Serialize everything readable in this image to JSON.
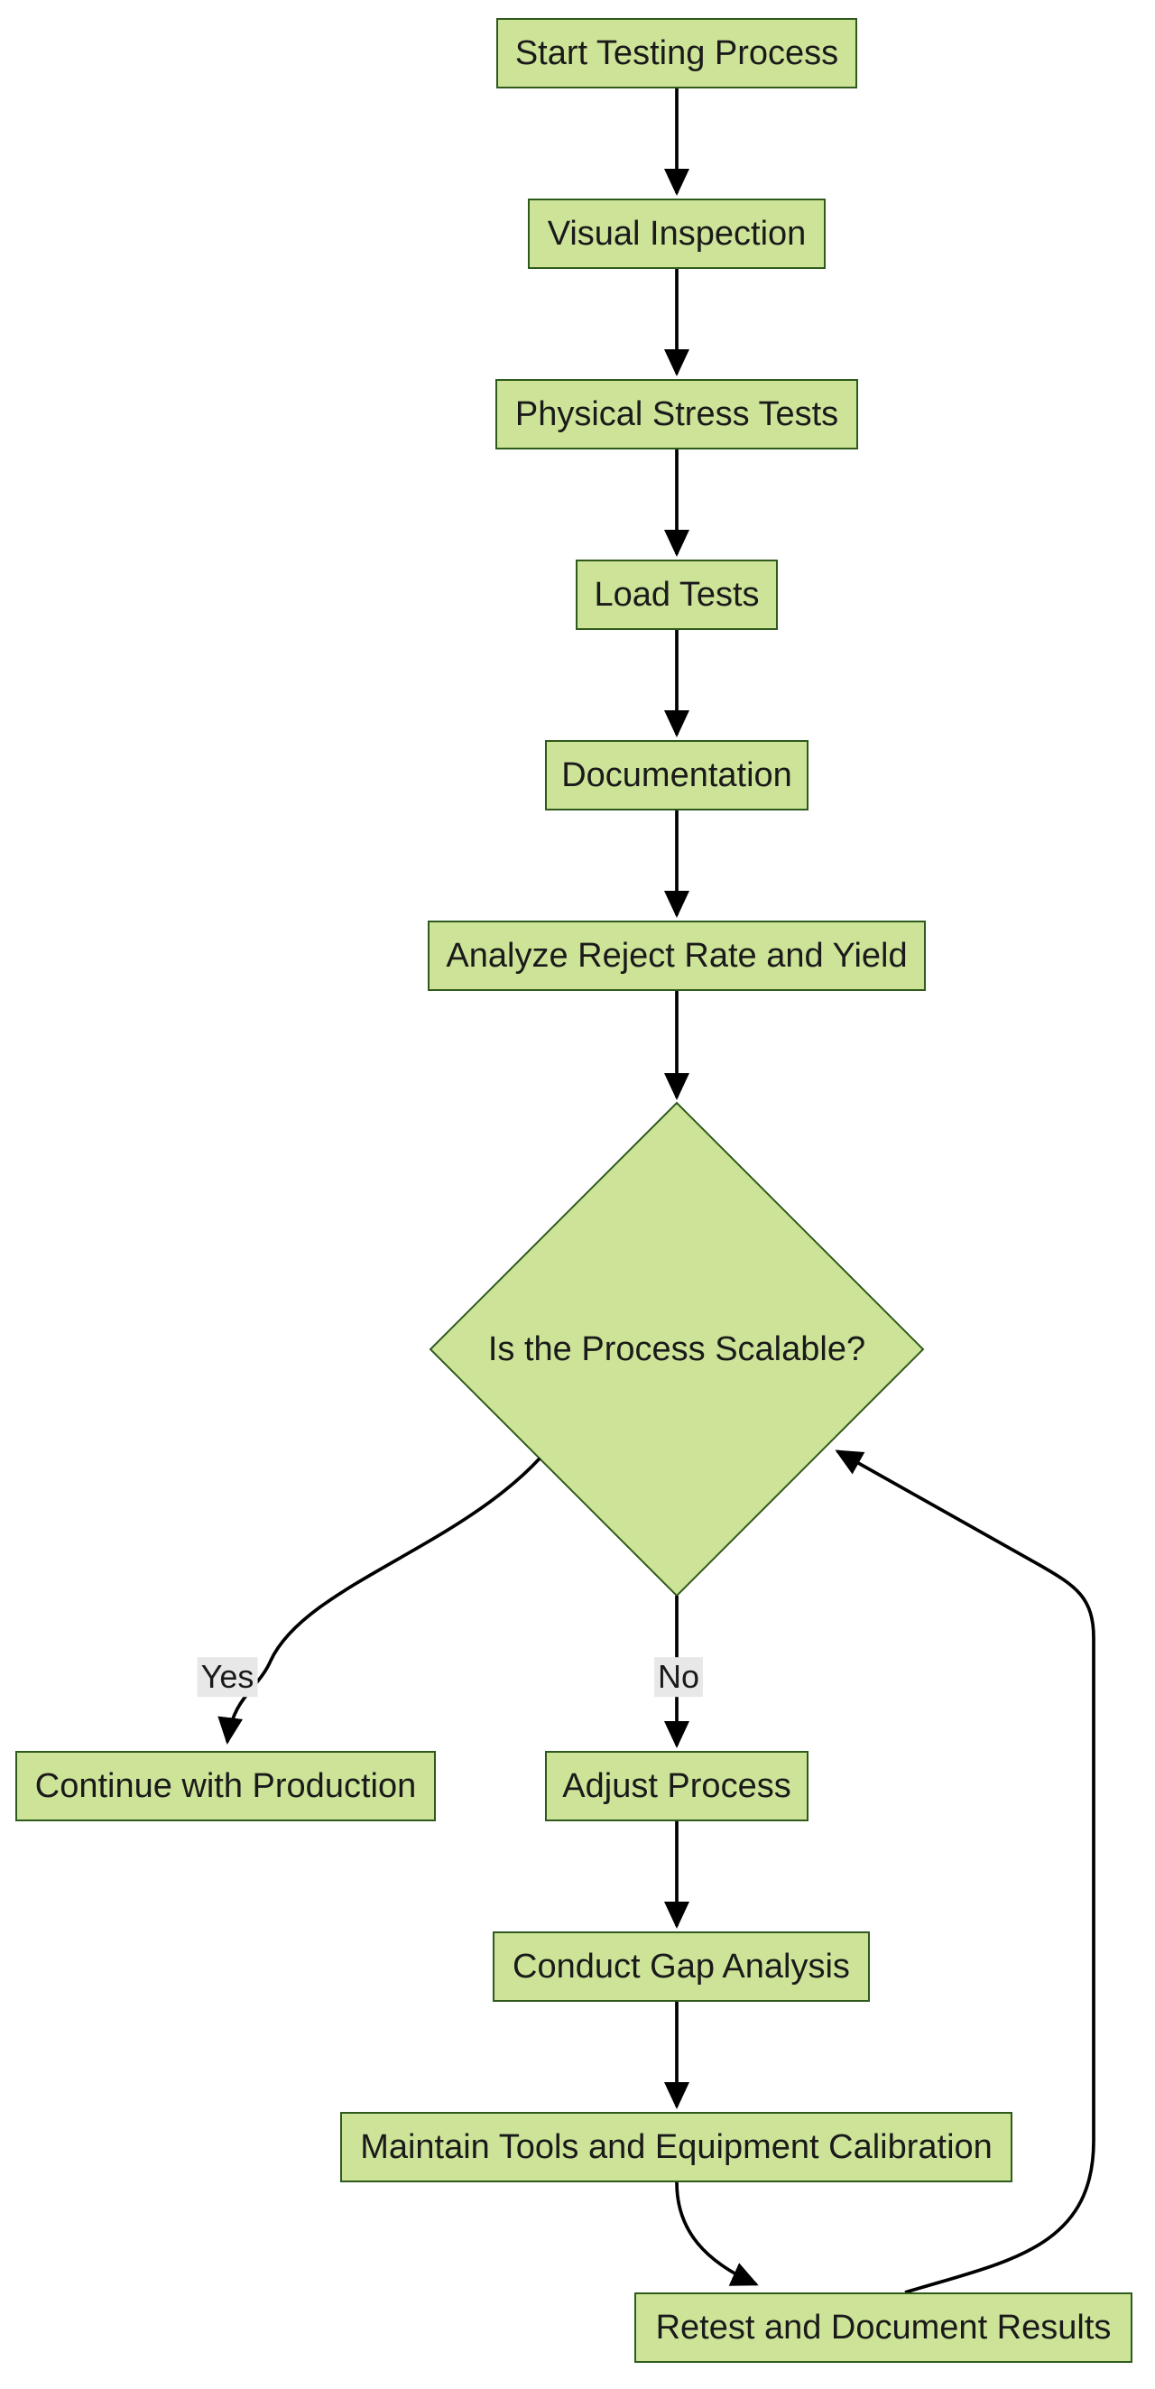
{
  "diagram": {
    "type": "flowchart",
    "direction": "top-down",
    "nodes": [
      {
        "id": "start",
        "shape": "rect",
        "label": "Start Testing Process"
      },
      {
        "id": "visual_inspection",
        "shape": "rect",
        "label": "Visual Inspection"
      },
      {
        "id": "physical_stress",
        "shape": "rect",
        "label": "Physical Stress Tests"
      },
      {
        "id": "load_tests",
        "shape": "rect",
        "label": "Load Tests"
      },
      {
        "id": "documentation",
        "shape": "rect",
        "label": "Documentation"
      },
      {
        "id": "analyze_yield",
        "shape": "rect",
        "label": "Analyze Reject Rate and Yield"
      },
      {
        "id": "scalable_decision",
        "shape": "diamond",
        "label": "Is the Process Scalable?"
      },
      {
        "id": "continue_prod",
        "shape": "rect",
        "label": "Continue with Production"
      },
      {
        "id": "adjust_process",
        "shape": "rect",
        "label": "Adjust Process"
      },
      {
        "id": "gap_analysis",
        "shape": "rect",
        "label": "Conduct Gap Analysis"
      },
      {
        "id": "maintain_tools",
        "shape": "rect",
        "label": "Maintain Tools and Equipment Calibration"
      },
      {
        "id": "retest_document",
        "shape": "rect",
        "label": "Retest and Document Results"
      }
    ],
    "edges": [
      {
        "from": "start",
        "to": "visual_inspection",
        "label": ""
      },
      {
        "from": "visual_inspection",
        "to": "physical_stress",
        "label": ""
      },
      {
        "from": "physical_stress",
        "to": "load_tests",
        "label": ""
      },
      {
        "from": "load_tests",
        "to": "documentation",
        "label": ""
      },
      {
        "from": "documentation",
        "to": "analyze_yield",
        "label": ""
      },
      {
        "from": "analyze_yield",
        "to": "scalable_decision",
        "label": ""
      },
      {
        "from": "scalable_decision",
        "to": "continue_prod",
        "label": "Yes"
      },
      {
        "from": "scalable_decision",
        "to": "adjust_process",
        "label": "No"
      },
      {
        "from": "adjust_process",
        "to": "gap_analysis",
        "label": ""
      },
      {
        "from": "gap_analysis",
        "to": "maintain_tools",
        "label": ""
      },
      {
        "from": "maintain_tools",
        "to": "retest_document",
        "label": ""
      },
      {
        "from": "retest_document",
        "to": "scalable_decision",
        "label": ""
      }
    ],
    "colors": {
      "background": "#ffffff",
      "node_fill": "#cde498",
      "node_border": "#2e5a1c",
      "edge_stroke": "#000000",
      "text": "#1a1a1a",
      "edge_label_bg": "#e8e8e8"
    }
  }
}
